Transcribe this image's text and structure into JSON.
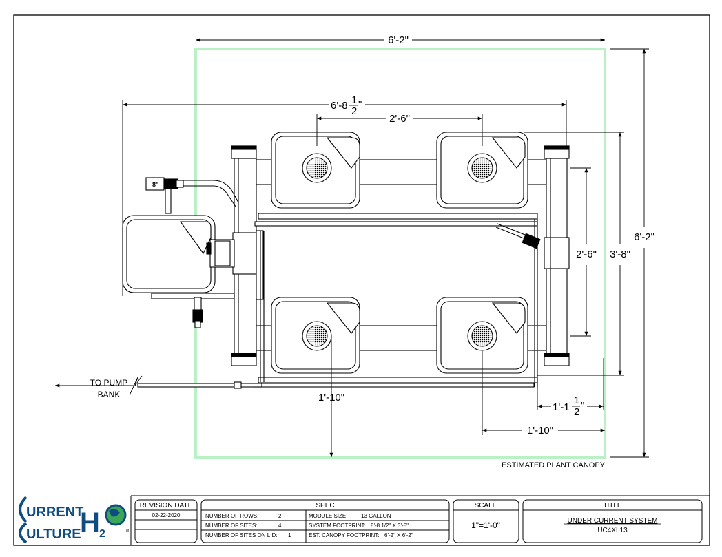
{
  "dimensions": {
    "canopy_width": "6'-2\"",
    "overall_width": "6'-8",
    "overall_width_frac_num": "1",
    "overall_width_frac_den": "2",
    "overall_width_suffix": "\"",
    "site_spacing_x": "2'-6\"",
    "site_spacing_y": "2'-6\"",
    "system_depth": "3'-8\"",
    "canopy_height": "6'-2\"",
    "offset_left": "1'-10\"",
    "offset_right": "1'-10\"",
    "edge_offset": "1'-1",
    "edge_offset_frac_num": "1",
    "edge_offset_frac_den": "2",
    "edge_offset_suffix": "\""
  },
  "labels": {
    "to_pump_line1": "TO PUMP",
    "to_pump_line2": "BANK",
    "estimated_canopy": "ESTIMATED PLANT CANOPY",
    "valve_tag": "8\""
  },
  "colors": {
    "canopy": "#b9f0c4",
    "logo_blue": "#0f4c81",
    "globe": "#3aa657"
  },
  "logo": {
    "line1": "URRENT",
    "line2": "ULTURE",
    "h": "H",
    "two": "2",
    "o": "O",
    "tm": "TM"
  },
  "title_block": {
    "revision_header": "REVISION DATE",
    "revision_date": "02-22-2020",
    "spec_header": "SPEC",
    "rows_label": "NUMBER OF ROWS:",
    "rows_value": "2",
    "sites_label": "NUMBER OF SITES:",
    "sites_value": "4",
    "lid_label": "NUMBER OF SITES ON LID:",
    "lid_value": "1",
    "module_label": "MODULE SIZE:",
    "module_value": "13 GALLON",
    "footprint_label": "SYSTEM FOOTPRINT:",
    "footprint_value": "8'-8 1/2\" X 3'-8\"",
    "canopy_fp_label": "EST. CANOPY FOOTPRINT:",
    "canopy_fp_value": "6'-2\" X 6'-2\"",
    "scale_header": "SCALE",
    "scale_value": "1\"=1'-0\"",
    "title_header": "TITLE",
    "title_value": "UNDER CURRENT SYSTEM",
    "model_value": "UC4XL13"
  }
}
